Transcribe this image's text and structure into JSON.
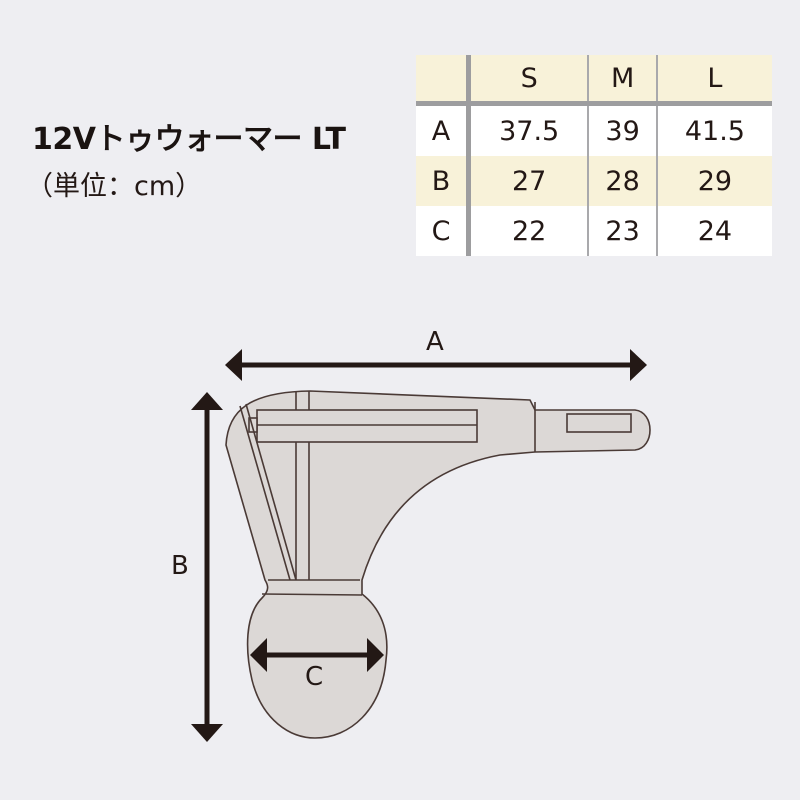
{
  "title": "12Vトゥウォーマー LT",
  "unit_label": "（単位：cm）",
  "size_table": {
    "columns": [
      "",
      "S",
      "M",
      "L"
    ],
    "rows": [
      {
        "label": "A",
        "values": [
          "37.5",
          "39",
          "41.5"
        ]
      },
      {
        "label": "B",
        "values": [
          "27",
          "28",
          "29"
        ]
      },
      {
        "label": "C",
        "values": [
          "22",
          "23",
          "24"
        ]
      }
    ]
  },
  "diagram": {
    "labels": {
      "a": "A",
      "b": "B",
      "c": "C"
    },
    "colors": {
      "fill": "#dcd8d6",
      "stroke": "#4a3a36",
      "arrow": "#231815",
      "background": "#eeeef2",
      "header_row": "#f8f2d9"
    }
  }
}
